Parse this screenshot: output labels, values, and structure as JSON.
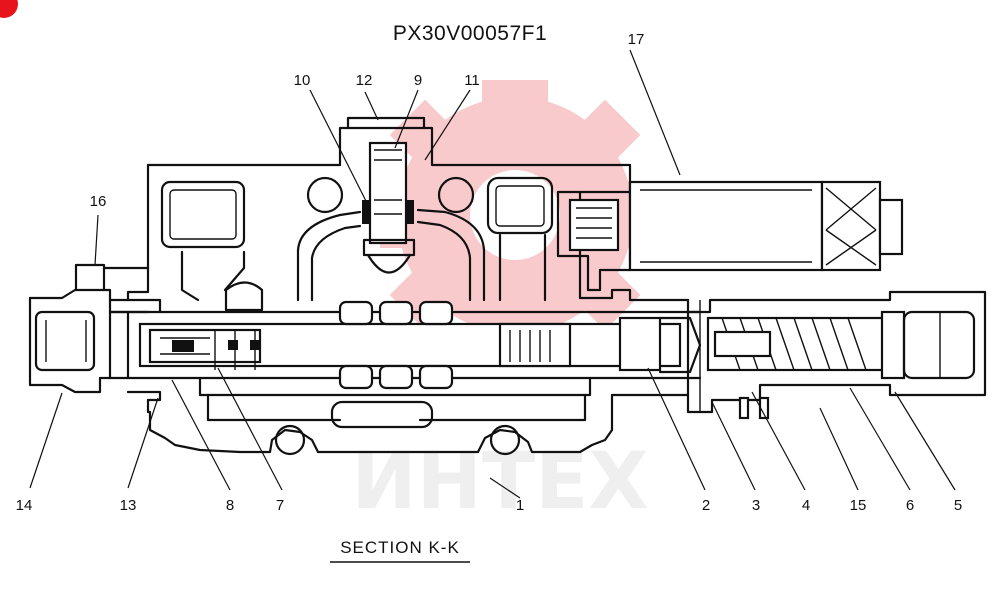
{
  "diagram": {
    "title": "PX30V00057F1",
    "section_caption": "SECTION  K-K",
    "watermark_text": "ИНТЕХ",
    "watermark_color": "#e8141c",
    "corner_badge_color": "#e8141c",
    "callouts": [
      {
        "id": "c1",
        "label": "1"
      },
      {
        "id": "c2",
        "label": "2"
      },
      {
        "id": "c3",
        "label": "3"
      },
      {
        "id": "c4",
        "label": "4"
      },
      {
        "id": "c5",
        "label": "5"
      },
      {
        "id": "c6",
        "label": "6"
      },
      {
        "id": "c7",
        "label": "7"
      },
      {
        "id": "c8",
        "label": "8"
      },
      {
        "id": "c9",
        "label": "9"
      },
      {
        "id": "c10",
        "label": "10"
      },
      {
        "id": "c11",
        "label": "11"
      },
      {
        "id": "c12",
        "label": "12"
      },
      {
        "id": "c13",
        "label": "13"
      },
      {
        "id": "c14",
        "label": "14"
      },
      {
        "id": "c15",
        "label": "15"
      },
      {
        "id": "c16",
        "label": "16"
      },
      {
        "id": "c17",
        "label": "17"
      }
    ]
  }
}
